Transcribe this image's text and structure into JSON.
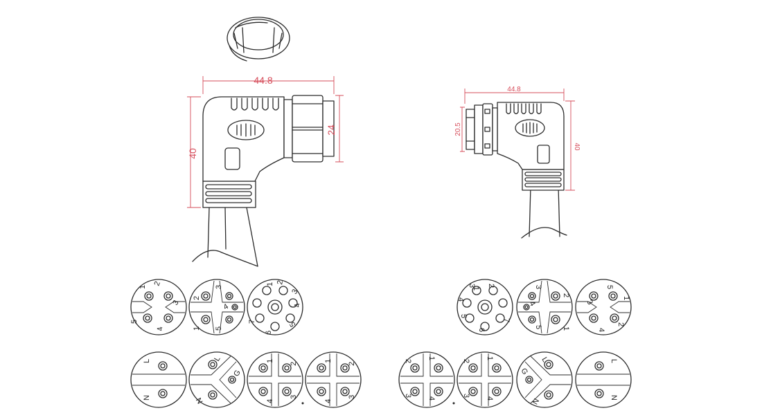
{
  "colors": {
    "line": "#2a2a2a",
    "dimension": "#d64c5a",
    "background": "#ffffff"
  },
  "dimensions": {
    "left_width": "44.8",
    "left_height": "40",
    "left_nut": "24",
    "right_width": "44.8",
    "right_nut": "20.5",
    "right_height": "40"
  },
  "faces": {
    "top_left": [
      {
        "id": "f1",
        "pins": [
          "1",
          "2",
          "3",
          "4",
          "5"
        ]
      },
      {
        "id": "f2",
        "pins": [
          "3",
          "4",
          "5",
          "1",
          "2"
        ]
      },
      {
        "id": "f3",
        "pins": [
          "1",
          "2",
          "3",
          "4",
          "5",
          "6",
          "7"
        ]
      }
    ],
    "top_right": [
      {
        "id": "f4",
        "pins": [
          "1",
          "2",
          "3",
          "4",
          "5",
          "6",
          "7"
        ]
      },
      {
        "id": "f5",
        "pins": [
          "1",
          "2",
          "3",
          "4",
          "5"
        ]
      },
      {
        "id": "f6",
        "pins": [
          "1",
          "2",
          "3",
          "4",
          "5"
        ]
      }
    ],
    "bottom_left": [
      {
        "id": "f7",
        "pins": [
          "L",
          "N"
        ]
      },
      {
        "id": "f8",
        "pins": [
          "L",
          "G",
          "N"
        ]
      },
      {
        "id": "f9",
        "pins": [
          "1",
          "2",
          "3",
          "4"
        ]
      },
      {
        "id": "f10",
        "pins": [
          "1",
          "2",
          "3",
          "4"
        ]
      }
    ],
    "bottom_right": [
      {
        "id": "f11",
        "pins": [
          "1",
          "2",
          "3",
          "4"
        ]
      },
      {
        "id": "f12",
        "pins": [
          "1",
          "2",
          "3",
          "4"
        ]
      },
      {
        "id": "f13",
        "pins": [
          "L",
          "G",
          "N"
        ]
      },
      {
        "id": "f14",
        "pins": [
          "L",
          "N"
        ]
      }
    ]
  }
}
